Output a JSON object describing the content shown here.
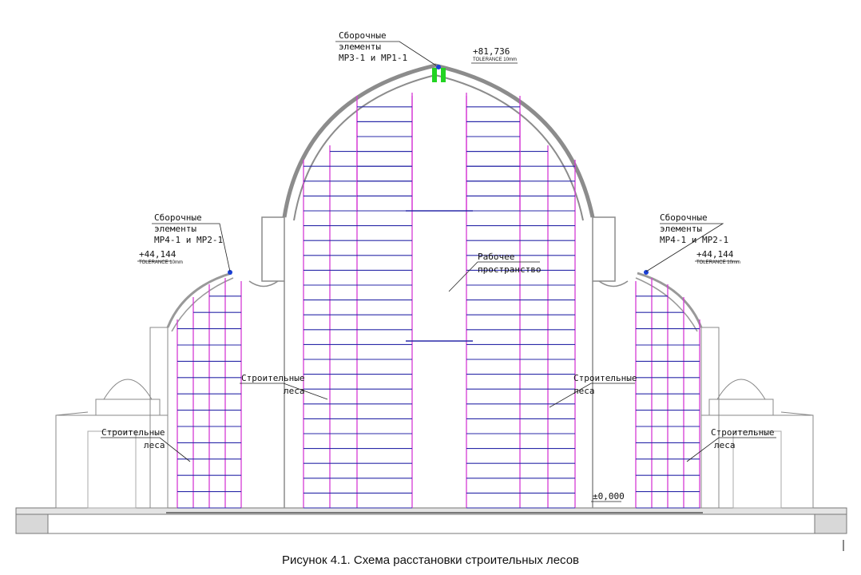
{
  "labels": {
    "top_assembly": [
      "Сборочные",
      "элементы",
      "МР3-1 и МР1-1"
    ],
    "left_assembly": [
      "Сборочные",
      "элементы",
      "МР4-1 и МР2-1"
    ],
    "right_assembly": [
      "Сборочные",
      "элементы",
      "МР4-1 и МР2-1"
    ],
    "work_space": [
      "Рабочее",
      "пространство"
    ],
    "scaffold_center_left": [
      "Строительные",
      "леса"
    ],
    "scaffold_center_right": [
      "Строительные",
      "леса"
    ],
    "scaffold_left": [
      "Строительные",
      "леса"
    ],
    "scaffold_right": [
      "Строительные",
      "леса"
    ]
  },
  "elevations": {
    "top": "+81,736",
    "left": "+44,144",
    "right": "+44,144",
    "ground": "±0,000",
    "tolerance": "TOLERANCE 10mm"
  },
  "caption": "Рисунок 4.1. Схема расстановки строительных лесов",
  "colors": {
    "scaffold_vertical": "#d63bd6",
    "scaffold_horizontal": "#2a2aa8",
    "structure": "#8c8c8c",
    "marker_blue": "#1a3fd6",
    "marker_green": "#22d422"
  }
}
